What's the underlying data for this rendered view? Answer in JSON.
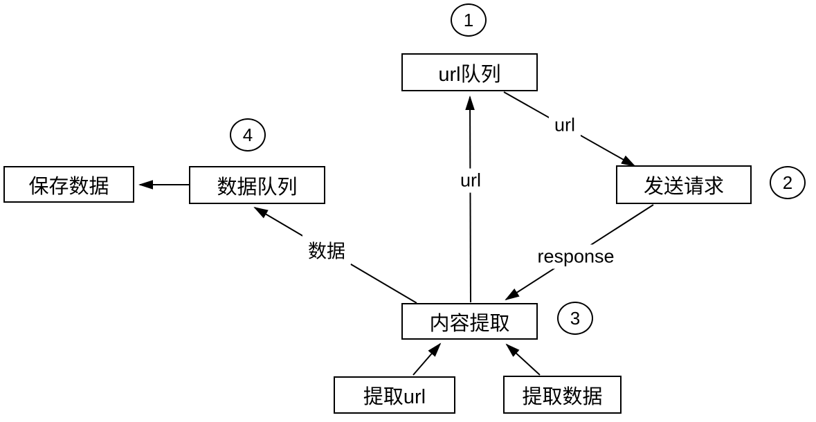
{
  "diagram": {
    "title": "crawler-flow-diagram",
    "background_color": "#ffffff",
    "stroke_color": "#000000",
    "nodes": {
      "url_queue": {
        "label": "url队列",
        "step": "1"
      },
      "send_request": {
        "label": "发送请求",
        "step": "2"
      },
      "content_extract": {
        "label": "内容提取",
        "step": "3"
      },
      "data_queue": {
        "label": "数据队列",
        "step": "4"
      },
      "save_data": {
        "label": "保存数据"
      },
      "extract_url": {
        "label": "提取url"
      },
      "extract_data": {
        "label": "提取数据"
      }
    },
    "edge_labels": {
      "url_queue_to_send_request": "url",
      "content_extract_to_url_queue": "url",
      "send_request_to_content_extract": "response",
      "content_extract_to_data_queue": "数据"
    }
  }
}
